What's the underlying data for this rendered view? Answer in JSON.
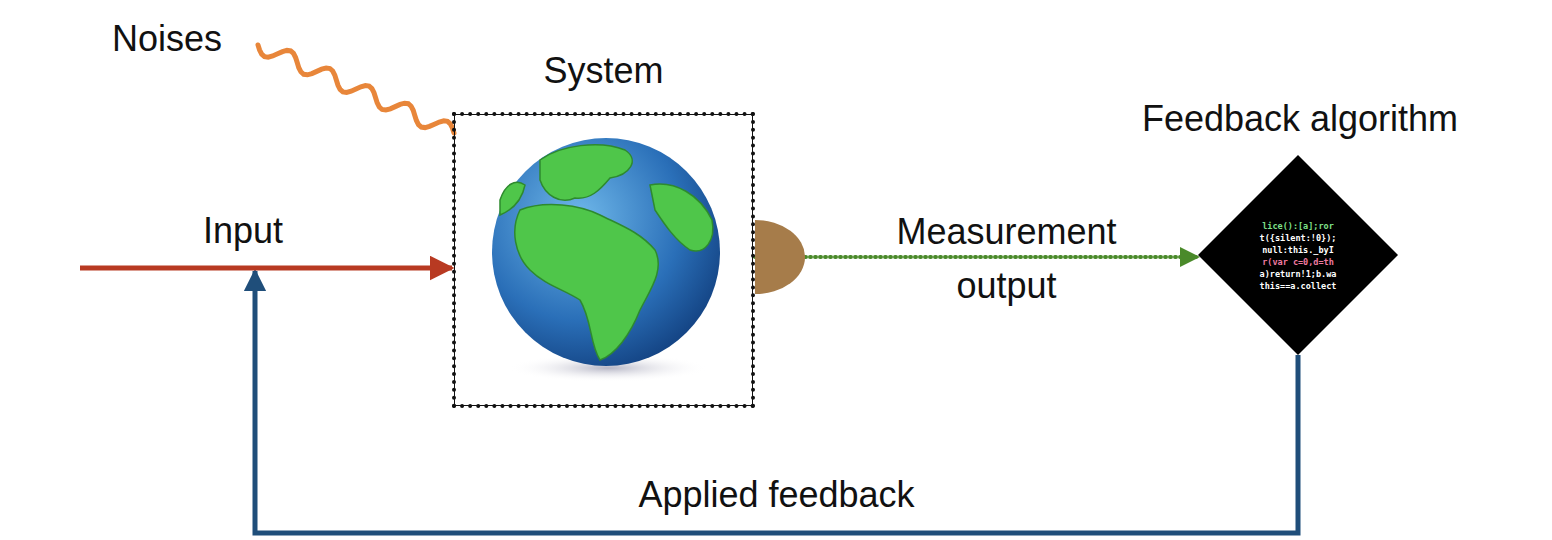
{
  "diagram": {
    "nodes": [
      {
        "text": [
          "System"
        ]
      },
      {
        "text": [
          "Feedback algorithm"
        ]
      }
    ],
    "edges": [
      {
        "from": 0,
        "to": 1,
        "arrow": "to",
        "label": "Measurement output"
      },
      {
        "from": 1,
        "to": 0,
        "arrow": "to",
        "label": "Applied feedback"
      }
    ],
    "labels": [
      "Noises",
      "Input",
      "lice():[a];ror",
      "t({silent:!0});",
      "null:this._byI",
      "r(var c=0,d=th",
      "a)return!1;b.wa",
      "this==a.collect"
    ]
  }
}
